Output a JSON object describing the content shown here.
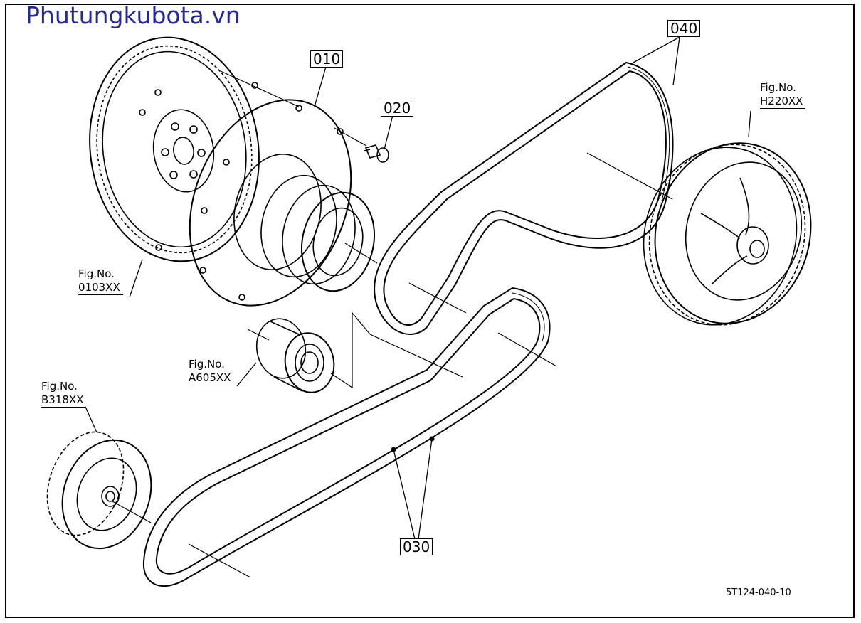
{
  "watermark": "Phutungkubota.vn",
  "drawing_code": "5T124-040-10",
  "callouts": {
    "p010": "010",
    "p020": "020",
    "p030": "030",
    "p040": "040"
  },
  "references": {
    "flywheel": {
      "label": "Fig.No.",
      "code": "0103XX"
    },
    "pulley_right": {
      "label": "Fig.No.",
      "code": "H220XX"
    },
    "idler": {
      "label": "Fig.No.",
      "code": "A605XX"
    },
    "pulley_left": {
      "label": "Fig.No.",
      "code": "B318XX"
    }
  },
  "colors": {
    "watermark": "#26299a",
    "line": "#000000",
    "background": "#ffffff"
  }
}
